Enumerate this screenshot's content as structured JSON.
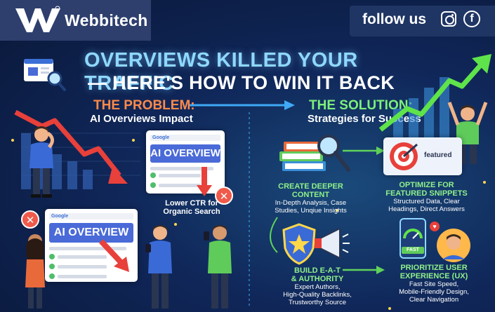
{
  "header": {
    "brand": "Webbitech",
    "follow_label": "follow us",
    "facebook_glyph": "f"
  },
  "title": {
    "line1": "OVERVIEWS KILLED YOUR TRAFFIC",
    "line2": "— HERE'S HOW TO WIN IT BACK"
  },
  "problem": {
    "heading": "THE PROBLEM:",
    "subheading": "AI Overviews Impact",
    "card_top": {
      "search_label": "Google",
      "banner": "AI OVERVIEW"
    },
    "card_bottom": {
      "search_label": "Google",
      "banner": "AI OVERVIEW"
    },
    "ctr_note": [
      "Lower CTR for",
      "Organic Search"
    ]
  },
  "solution": {
    "heading": "THE SOLUTION:",
    "subheading": "Strategies for Success",
    "featured_label": "featured",
    "fast_label": "FAST",
    "items": [
      {
        "title": [
          "CREATE DEEPER",
          "CONTENT"
        ],
        "text": [
          "In-Depth Analysis, Case",
          "Studies, Unqiue Insights"
        ]
      },
      {
        "title": [
          "OPTIMIZE FOR",
          "FEATURED SNIPPETS"
        ],
        "text": [
          "Structured Data, Clear",
          "Headings, Direct Answers"
        ]
      },
      {
        "title": [
          "BUILD E-A-T",
          "& AUTHORITY"
        ],
        "text": [
          "Expert Authors,",
          "High-Quality Backlinks,",
          "Trustworthy Source"
        ]
      },
      {
        "title": [
          "PRIORITIZE USER",
          "EXPERIENCE (UX)"
        ],
        "text": [
          "Fast Site Speed,",
          "Mobile-Friendly Design,",
          "Clear Navigation"
        ]
      }
    ]
  },
  "colors": {
    "accent_blue": "#4a6ad8",
    "problem_orange": "#ff8a4a",
    "solution_green": "#7df07a",
    "decline_red": "#e8403a"
  },
  "icons": [
    "webbitech-logo-icon",
    "instagram-icon",
    "facebook-icon",
    "magnifier-icon",
    "decline-arrow-icon",
    "close-icon",
    "books-icon",
    "target-icon",
    "shield-star-icon",
    "megaphone-icon",
    "phone-speed-icon",
    "growth-arrow-icon",
    "heart-icon"
  ]
}
